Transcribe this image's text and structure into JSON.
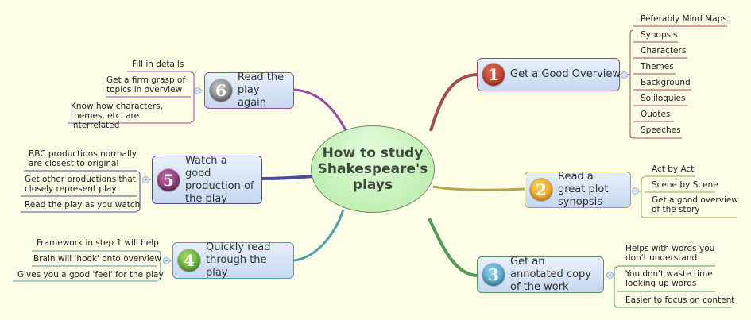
{
  "central": {
    "title": "How to study Shakespeare's plays"
  },
  "colors": {
    "background": "#fdfde8",
    "branch1": "#a24e4e",
    "branch2": "#b3a94a",
    "branch3": "#4f9a55",
    "branch4": "#4e9fa8",
    "branch5": "#4a4aa0",
    "branch6": "#9a48a8"
  },
  "topics": [
    {
      "number": "1",
      "label": "Get a Good Overview",
      "badge_color": "#c0392b",
      "children": [
        "Peferably Mind Maps",
        "Synopsis",
        "Characters",
        "Themes",
        "Background",
        "Soliloquies",
        "Quotes",
        "Speeches"
      ]
    },
    {
      "number": "2",
      "label": "Read a great plot synopsis",
      "badge_color": "#f0a21a",
      "children": [
        "Act by Act",
        "Scene by Scene",
        "Get a good overview of the story"
      ]
    },
    {
      "number": "3",
      "label": "Get an annotated copy of the work",
      "badge_color": "#2f9ec4",
      "children": [
        "Helps with words you don't understand",
        "You don't waste time looking up words",
        "Easier to focus on content"
      ]
    },
    {
      "number": "4",
      "label": "Quickly read through the play",
      "badge_color": "#5aa832",
      "children": [
        "Framework in step 1 will help",
        "Brain will 'hook' onto overview",
        "Gives you a good 'feel' for the play"
      ]
    },
    {
      "number": "5",
      "label": "Watch a good production of the play",
      "badge_color": "#8e2a6e",
      "children": [
        "BBC productions normally are closest to original",
        "Get other productions that closely represent play",
        "Read the play as you watch"
      ]
    },
    {
      "number": "6",
      "label": "Read the play again",
      "badge_color": "#7a7a7a",
      "children": [
        "Fill in details",
        "Get a firm grasp of topics in overview",
        "Know how characters, themes, etc. are interrelated"
      ]
    }
  ]
}
